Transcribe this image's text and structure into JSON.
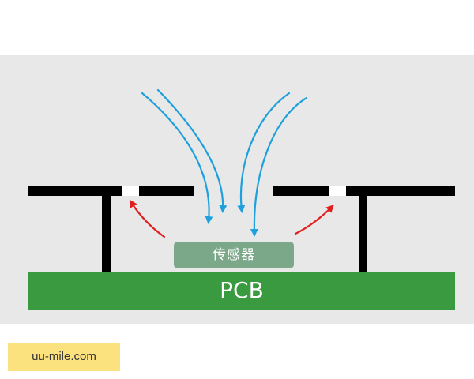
{
  "diagram": {
    "sensor_label": "传感器",
    "pcb_label": "PCB",
    "colors": {
      "background_panel": "#e8e8e8",
      "pcb": "#3a9a3f",
      "sensor": "#7ca88a",
      "bracket": "#000000",
      "inflow_arrows": "#1ea0dc",
      "leak_arrows": "#e02020"
    }
  },
  "watermark": {
    "text": "uu-mile.com",
    "color": "#fce27f"
  }
}
